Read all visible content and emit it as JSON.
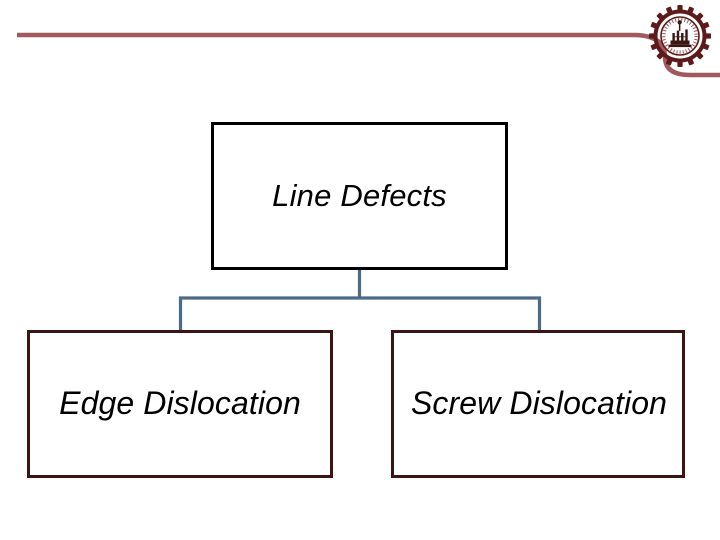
{
  "slide": {
    "header": {
      "rule_color": "#A05A5E",
      "logo_icon": "university-seal-icon",
      "logo_color": "#5E1A1A"
    },
    "diagram": {
      "type": "hierarchy-tree",
      "connector_color": "#4A6A86",
      "root": {
        "label": "Line Defects",
        "border_color": "#000000"
      },
      "children": [
        {
          "label": "Edge Dislocation",
          "border_color": "#3D1414"
        },
        {
          "label": "Screw Dislocation",
          "border_color": "#3D1414"
        }
      ]
    }
  }
}
